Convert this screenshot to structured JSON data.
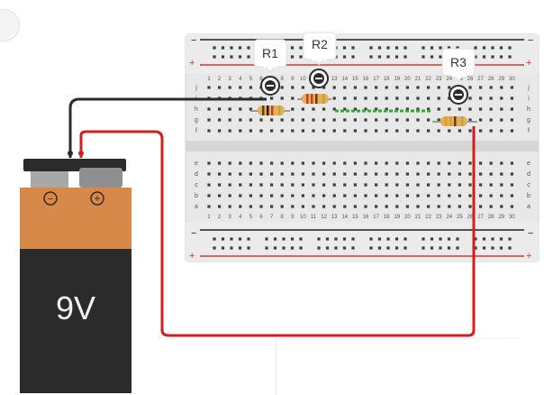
{
  "canvas": {
    "focus_button_icon": "fit-to-view-icon"
  },
  "breadboard": {
    "column_numbers": [
      "1",
      "2",
      "3",
      "4",
      "5",
      "6",
      "7",
      "8",
      "9",
      "10",
      "11",
      "12",
      "13",
      "14",
      "15",
      "16",
      "17",
      "18",
      "19",
      "20",
      "21",
      "22",
      "23",
      "24",
      "25",
      "26",
      "27",
      "28",
      "29",
      "30"
    ],
    "top_row_letters": [
      "j",
      "i",
      "h",
      "g",
      "f"
    ],
    "bottom_row_letters": [
      "e",
      "d",
      "c",
      "b",
      "a"
    ],
    "rail_plus": "+",
    "rail_minus": "−",
    "colors": {
      "board": "#e8e8e8",
      "rail_red": "#d33a2c",
      "rail_black": "#1f1f1f",
      "hole": "#3c3c3c"
    }
  },
  "components": {
    "resistors": [
      {
        "label": "R1"
      },
      {
        "label": "R2"
      },
      {
        "label": "R3"
      }
    ],
    "battery": {
      "voltage_label": "9V",
      "terminal_minus": "−",
      "terminal_plus": "+",
      "body_color": "#2b2b2b",
      "top_color": "#d7894a"
    },
    "wires": [
      {
        "name": "black-wire",
        "color": "#2b2b2b"
      },
      {
        "name": "red-wire",
        "color": "#d11f1f"
      },
      {
        "name": "green-wire",
        "color": "#3aa63a"
      }
    ]
  },
  "icons": {
    "resistor_marker": "minus-circle-icon"
  }
}
